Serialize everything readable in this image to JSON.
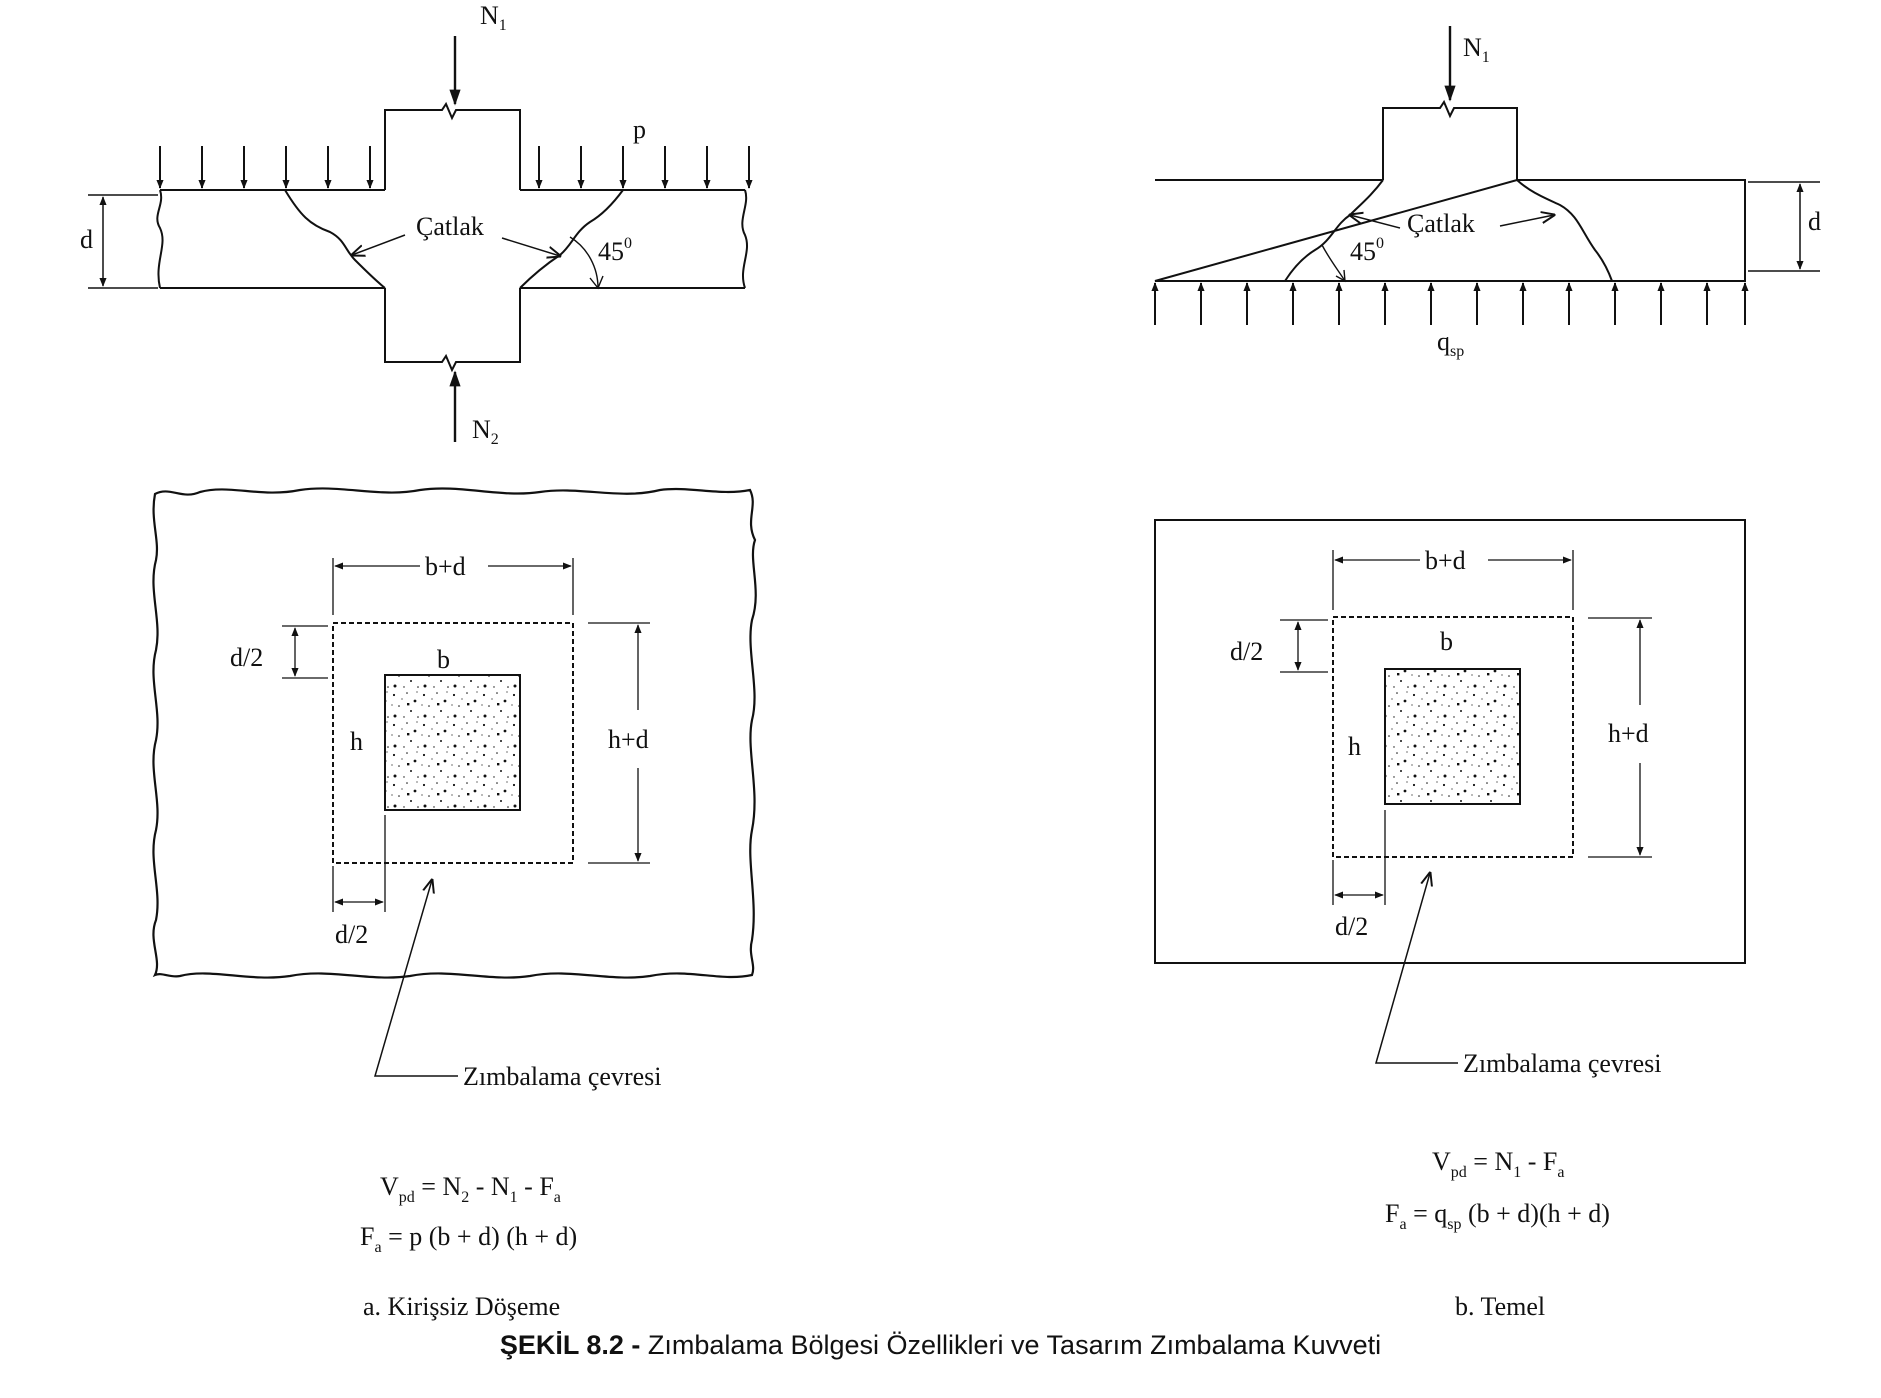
{
  "left_panel": {
    "section": {
      "load_top": "N",
      "load_top_sub": "1",
      "load_bottom": "N",
      "load_bottom_sub": "2",
      "distributed_load": "p",
      "thickness": "d",
      "crack": "Çatlak",
      "angle": "45",
      "angle_sup": "0"
    },
    "plan": {
      "dim_top": "b+d",
      "dim_right": "h+d",
      "dim_offset_left": "d/2",
      "dim_offset_bottom": "d/2",
      "column_width": "b",
      "column_height": "h",
      "perimeter_label": "Zımbalama çevresi"
    },
    "formulas": {
      "line1": [
        "V",
        "pd",
        " = N",
        "2",
        " - N",
        "1",
        " - F",
        "a"
      ],
      "line2": [
        "F",
        "a",
        " = p (b + d) (h + d)"
      ]
    },
    "subcaption": "a. Kirişsiz Döşeme"
  },
  "right_panel": {
    "section": {
      "load_top": "N",
      "load_top_sub": "1",
      "thickness": "d",
      "crack": "Çatlak",
      "angle": "45",
      "angle_sup": "0",
      "soil_pressure": "q",
      "soil_pressure_sub": "sp"
    },
    "plan": {
      "dim_top": "b+d",
      "dim_right": "h+d",
      "dim_offset_left": "d/2",
      "dim_offset_bottom": "d/2",
      "column_width": "b",
      "column_height": "h",
      "perimeter_label": "Zımbalama çevresi"
    },
    "formulas": {
      "line1": [
        "V",
        "pd",
        " = N",
        "1",
        " - F",
        "a"
      ],
      "line2": [
        "F",
        "a",
        " = q",
        "sp",
        " (b + d)(h + d)"
      ]
    },
    "subcaption": "b. Temel"
  },
  "caption": {
    "figure_number": "ŞEKİL 8.2 -",
    "text": " Zımbalama Bölgesi Özellikleri ve Tasarım Zımbalama Kuvveti"
  }
}
